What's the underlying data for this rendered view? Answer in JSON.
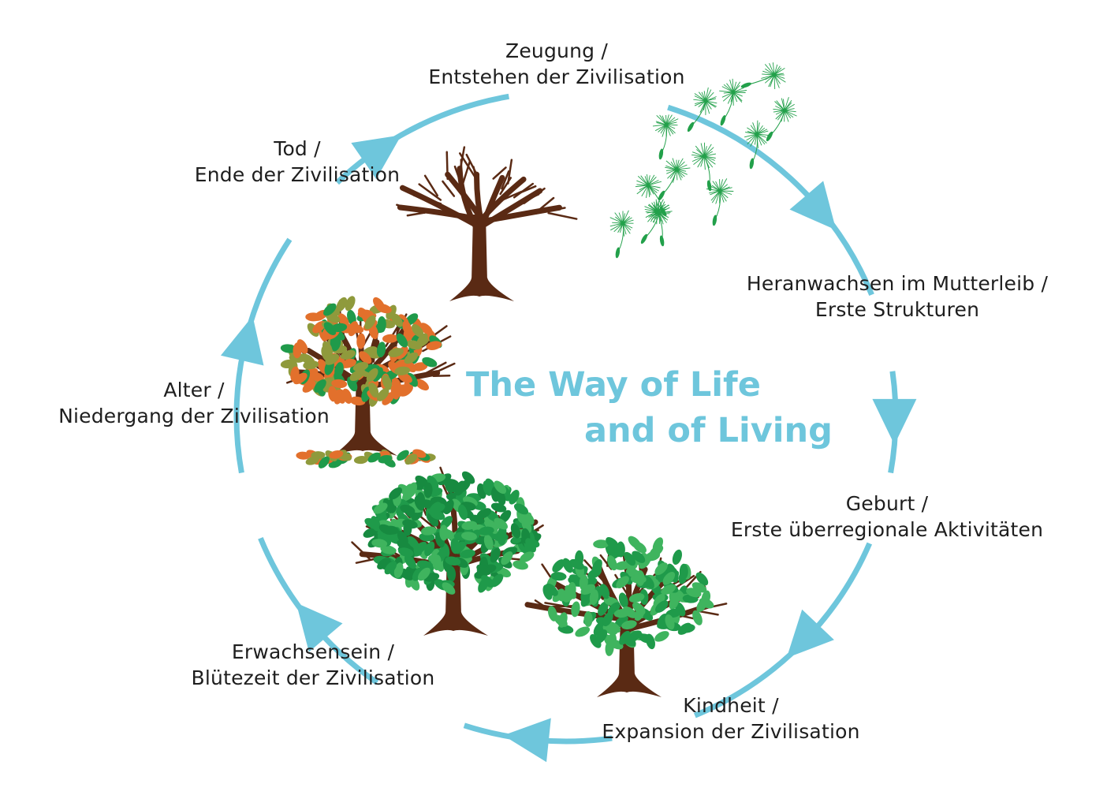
{
  "title": {
    "line1": "The Way of Life",
    "line2": "and of Living"
  },
  "colors": {
    "cycle": "#6ec6dc",
    "text": "#1e1e1e",
    "trunk": "#5a2a14",
    "leaf_green": "#1f9a4a",
    "leaf_light": "#3fb45e",
    "leaf_orange": "#e2702c",
    "leaf_olive": "#8f9a3c",
    "seed_green": "#22a04a"
  },
  "stages": [
    {
      "id": "conception",
      "line1": "Zeugung /",
      "line2": "Entstehen der Zivilisation",
      "icon": "dandelion-seeds-icon"
    },
    {
      "id": "gestation",
      "line1": "Heranwachsen im Mutterleib /",
      "line2": "Erste Strukturen",
      "icon": "none"
    },
    {
      "id": "birth",
      "line1": "Geburt /",
      "line2": "Erste überregionale Aktivitäten",
      "icon": "none"
    },
    {
      "id": "childhood",
      "line1": "Kindheit /",
      "line2": "Expansion der Zivilisation",
      "icon": "young-tree-icon"
    },
    {
      "id": "adulthood",
      "line1": "Erwachsensein /",
      "line2": "Blütezeit der Zivilisation",
      "icon": "full-tree-icon"
    },
    {
      "id": "old-age",
      "line1": "Alter /",
      "line2": "Niedergang der Zivilisation",
      "icon": "autumn-tree-icon"
    },
    {
      "id": "death",
      "line1": "Tod /",
      "line2": "Ende der Zivilisation",
      "icon": "bare-tree-icon"
    }
  ]
}
